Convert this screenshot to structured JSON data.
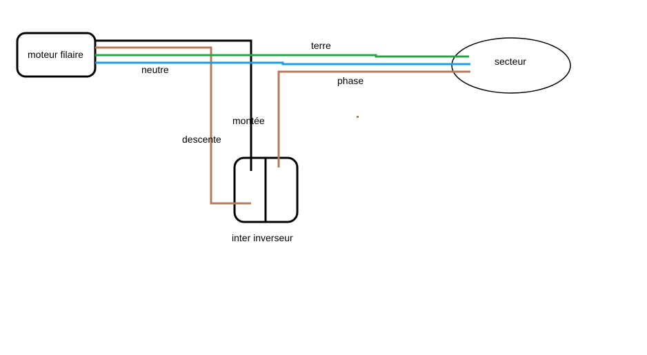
{
  "components": {
    "motor": {
      "label": "moteur filaire"
    },
    "mains": {
      "label": "secteur"
    },
    "switch": {
      "label": "inter inverseur"
    }
  },
  "wires": {
    "earth": {
      "label": "terre",
      "color": "#21a645"
    },
    "neutral": {
      "label": "neutre",
      "color": "#1a9fe0"
    },
    "phase": {
      "label": "phase",
      "color": "#b97a57"
    },
    "up": {
      "label": "montée",
      "color": "#000000"
    },
    "down": {
      "label": "descente",
      "color": "#b97a57"
    }
  }
}
